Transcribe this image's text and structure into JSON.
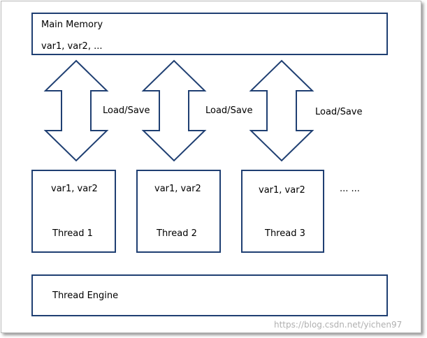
{
  "main_memory": {
    "title": "Main Memory",
    "vars": "var1, var2, ..."
  },
  "arrows": [
    {
      "label": "Load/Save"
    },
    {
      "label": "Load/Save"
    },
    {
      "label": "Load/Save"
    }
  ],
  "threads": [
    {
      "vars": "var1, var2",
      "name": "Thread 1"
    },
    {
      "vars": "var1, var2",
      "name": "Thread 2"
    },
    {
      "vars": "var1, var2",
      "name": "Thread 3"
    }
  ],
  "ellipsis": "... ...",
  "engine": {
    "label": "Thread Engine"
  },
  "watermark": "https://blog.csdn.net/yichen97",
  "colors": {
    "box_border": "#1f3f72",
    "arrow_border": "#1f3f72",
    "frame_border": "#b9b9b9"
  }
}
